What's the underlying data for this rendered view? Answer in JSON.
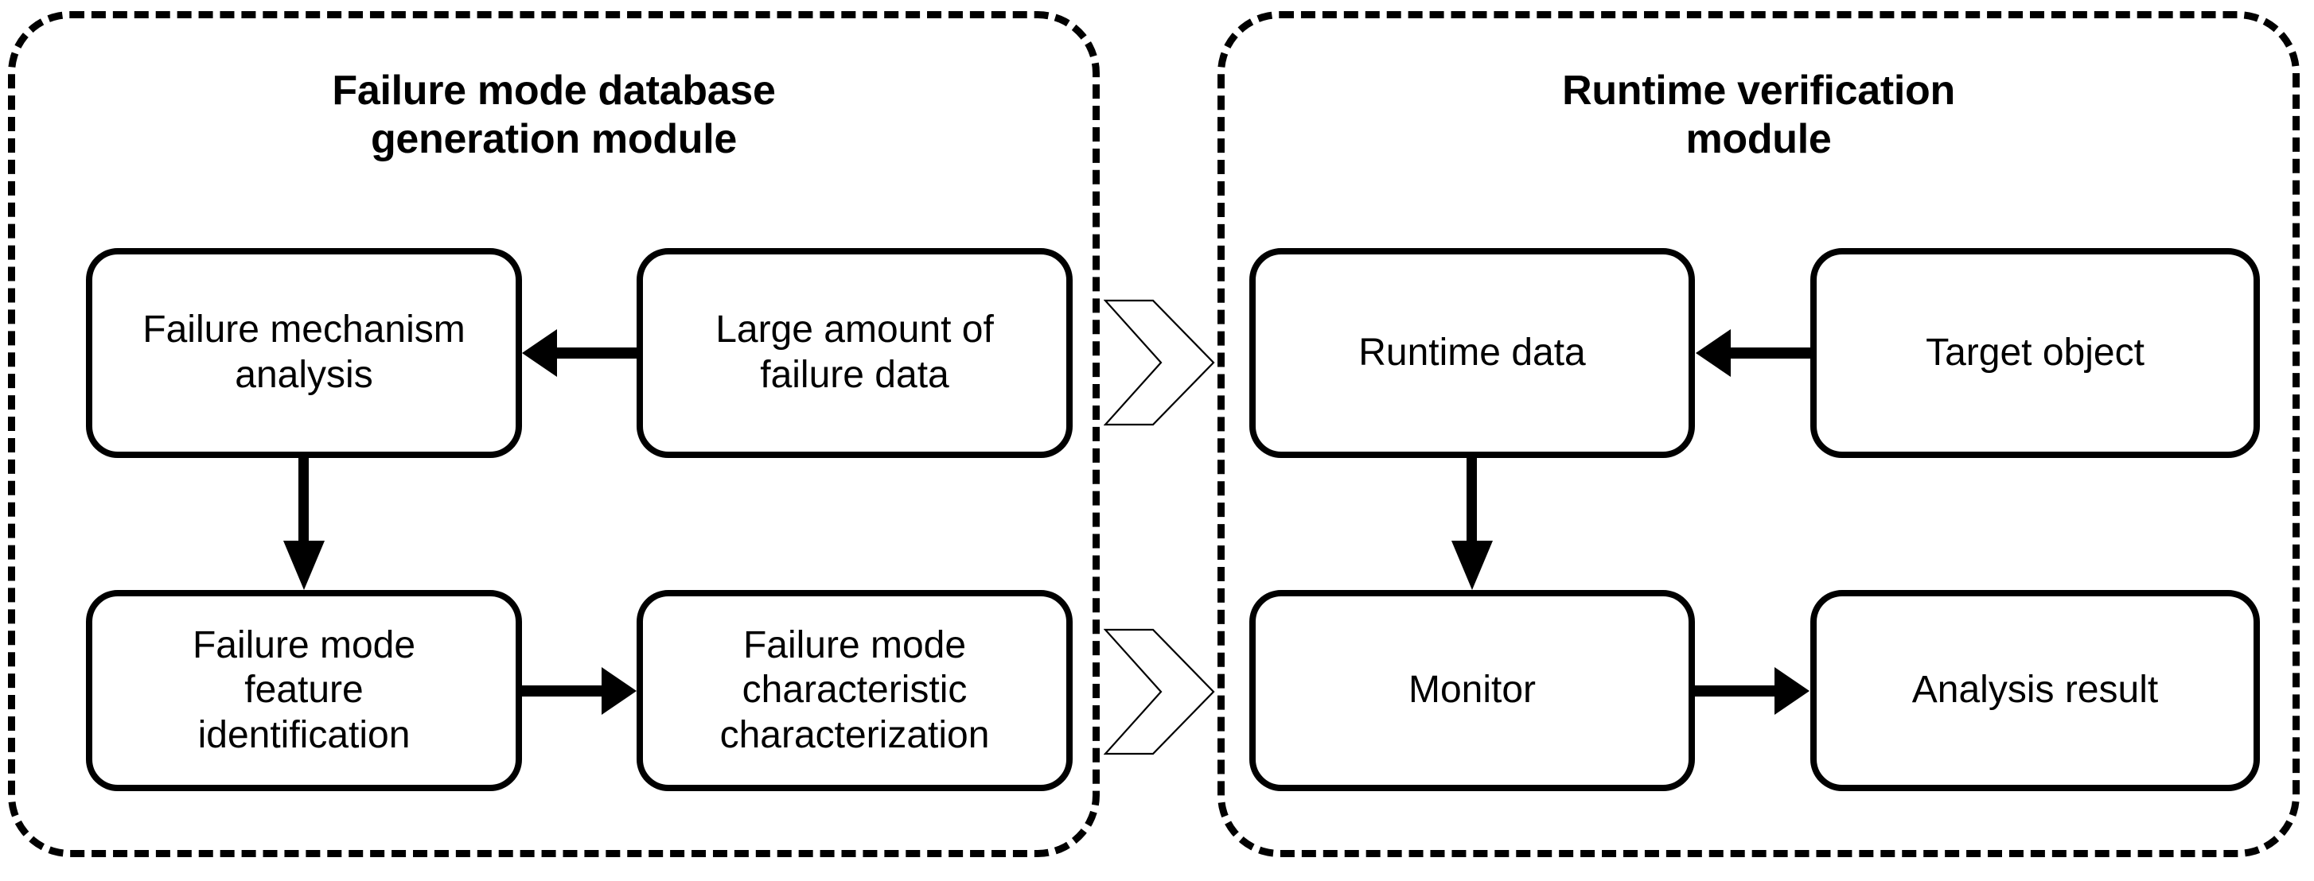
{
  "diagram": {
    "title": "Failure mode database generation module and Runtime verification module",
    "colors": {
      "stroke": "#000000",
      "fill": "#ffffff",
      "background": "#ffffff",
      "chevron_stroke": "#000000"
    },
    "modules": [
      {
        "id": "failure-mode-database-generation-module",
        "title": "Failure mode database\ngeneration module",
        "nodes": [
          {
            "id": "failure-mechanism-analysis",
            "label": "Failure mechanism\nanalysis"
          },
          {
            "id": "large-amount-of-failure-data",
            "label": "Large amount of\nfailure data"
          },
          {
            "id": "failure-mode-feature-identification",
            "label": "Failure mode\nfeature\nidentification"
          },
          {
            "id": "failure-mode-characteristic-characterization",
            "label": "Failure mode\ncharacteristic\ncharacterization"
          }
        ],
        "edges": [
          {
            "from": "large-amount-of-failure-data",
            "to": "failure-mechanism-analysis",
            "direction": "left"
          },
          {
            "from": "failure-mechanism-analysis",
            "to": "failure-mode-feature-identification",
            "direction": "down"
          },
          {
            "from": "failure-mode-feature-identification",
            "to": "failure-mode-characteristic-characterization",
            "direction": "right"
          }
        ]
      },
      {
        "id": "runtime-verification-module",
        "title": "Runtime verification\nmodule",
        "nodes": [
          {
            "id": "runtime-data",
            "label": "Runtime data"
          },
          {
            "id": "target-object",
            "label": "Target object"
          },
          {
            "id": "monitor",
            "label": "Monitor"
          },
          {
            "id": "analysis-result",
            "label": "Analysis result"
          }
        ],
        "edges": [
          {
            "from": "target-object",
            "to": "runtime-data",
            "direction": "left"
          },
          {
            "from": "runtime-data",
            "to": "monitor",
            "direction": "down"
          },
          {
            "from": "monitor",
            "to": "analysis-result",
            "direction": "right"
          }
        ]
      }
    ],
    "connectors": [
      {
        "id": "module-chevron-top",
        "shape": "chevron-right",
        "from": "failure-mode-database-generation-module",
        "to": "runtime-verification-module"
      },
      {
        "id": "module-chevron-bottom",
        "shape": "chevron-right",
        "from": "failure-mode-database-generation-module",
        "to": "runtime-verification-module"
      }
    ]
  }
}
